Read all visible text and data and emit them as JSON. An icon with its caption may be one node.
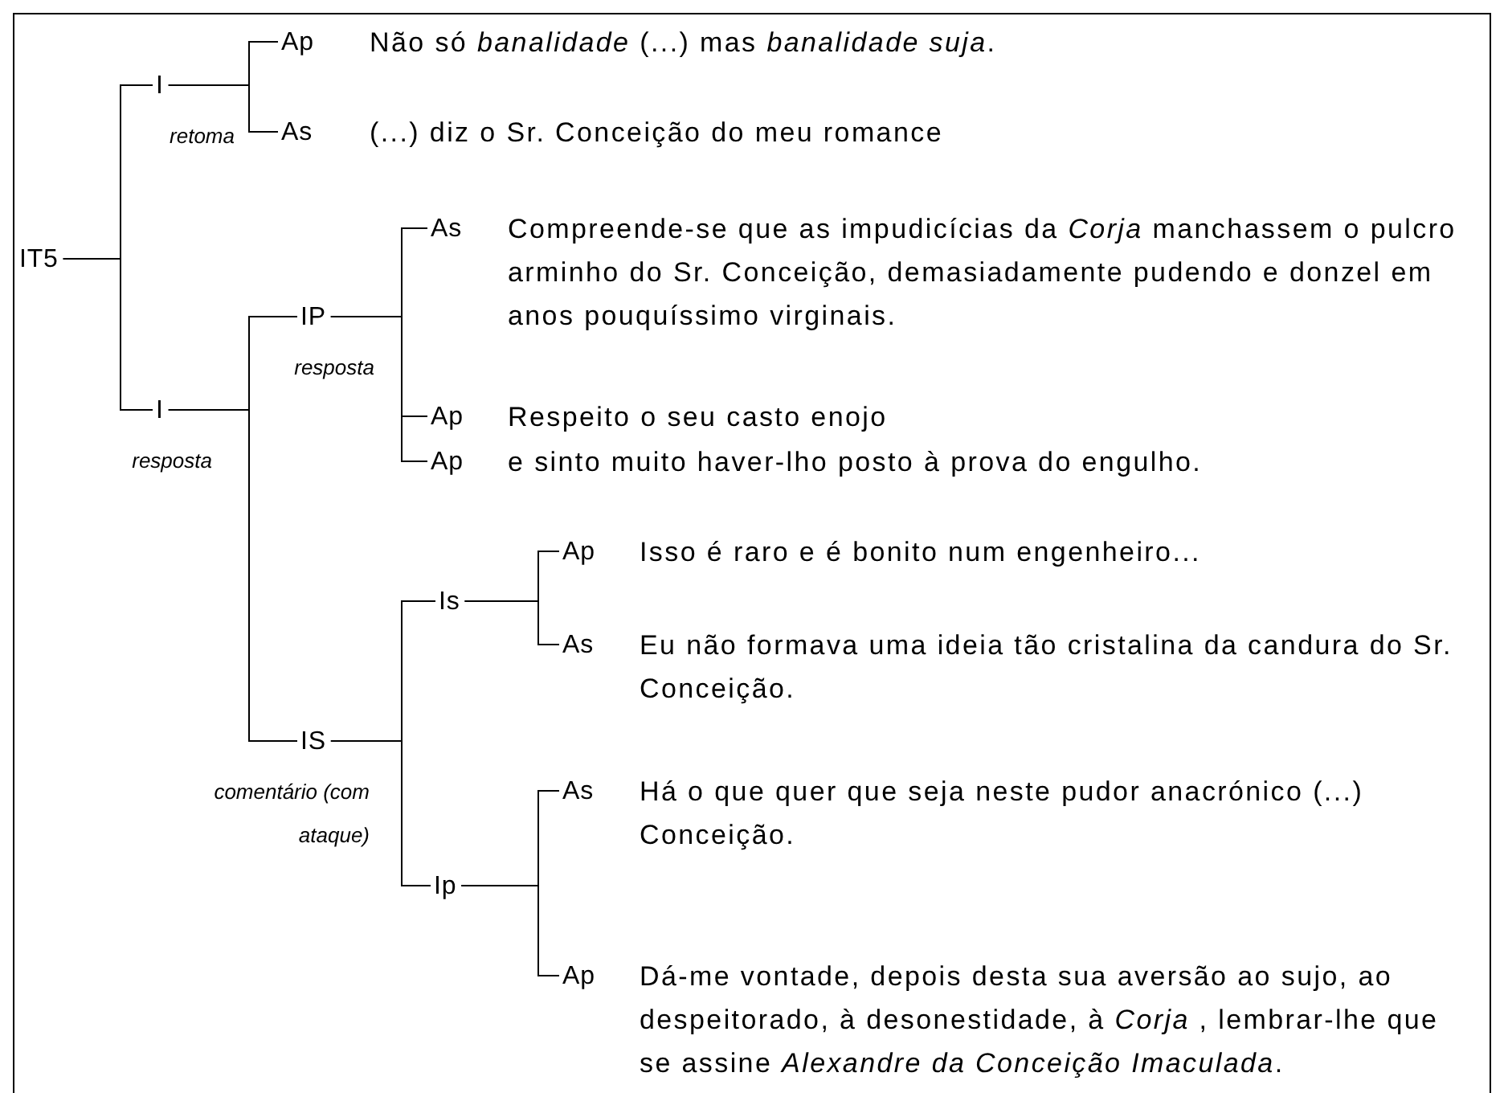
{
  "diagram": {
    "nodes": [
      {
        "text": [
          "IT5"
        ]
      },
      {
        "text": [
          "I"
        ],
        "beside": [
          "retoma"
        ]
      },
      {
        "text": [
          "Ap",
          "Não só *banalidade* (...) mas *banalidade suja*."
        ]
      },
      {
        "text": [
          "As",
          "(...) diz o Sr. Conceição do meu romance"
        ]
      },
      {
        "text": [
          "I"
        ],
        "beside": [
          "resposta"
        ]
      },
      {
        "text": [
          "IP"
        ],
        "beside": [
          "resposta"
        ]
      },
      {
        "text": [
          "As",
          "Compreende-se que as impudicícias da *Corja* manchassem o pulcro arminho do Sr. Conceição, demasiadamente pudendo e donzel em anos pouquíssimo virginais."
        ]
      },
      {
        "text": [
          "Ap",
          "Respeito o seu casto enojo"
        ]
      },
      {
        "text": [
          "Ap",
          "e sinto muito haver-lho posto à prova do engulho."
        ]
      },
      {
        "text": [
          "IS"
        ],
        "beside": [
          "comentário (com ataque)"
        ]
      },
      {
        "text": [
          "Is"
        ]
      },
      {
        "text": [
          "Ap",
          "Isso é raro e é bonito num engenheiro..."
        ]
      },
      {
        "text": [
          "As",
          "Eu não formava uma ideia tão cristalina da candura do Sr. Conceição."
        ]
      },
      {
        "text": [
          "Ip"
        ]
      },
      {
        "text": [
          "As",
          "Há o que quer que seja neste pudor anacrónico (...) Conceição."
        ]
      },
      {
        "text": [
          "Ap",
          "Dá-me vontade, depois desta sua aversão ao sujo, ao despeitorado, à desonestidade, à *Corja* , lembrar-lhe que se assine *Alexandre da Conceição Imaculada*."
        ]
      }
    ],
    "edges": [
      {
        "from": 0,
        "to": 1,
        "arrow": "none"
      },
      {
        "from": 0,
        "to": 4,
        "arrow": "none"
      },
      {
        "from": 1,
        "to": 2,
        "arrow": "none"
      },
      {
        "from": 1,
        "to": 3,
        "arrow": "none"
      },
      {
        "from": 4,
        "to": 5,
        "arrow": "none"
      },
      {
        "from": 4,
        "to": 9,
        "arrow": "none"
      },
      {
        "from": 5,
        "to": 6,
        "arrow": "none"
      },
      {
        "from": 5,
        "to": 7,
        "arrow": "none"
      },
      {
        "from": 5,
        "to": 8,
        "arrow": "none"
      },
      {
        "from": 9,
        "to": 10,
        "arrow": "none"
      },
      {
        "from": 9,
        "to": 13,
        "arrow": "none"
      },
      {
        "from": 10,
        "to": 11,
        "arrow": "none"
      },
      {
        "from": 10,
        "to": 12,
        "arrow": "none"
      },
      {
        "from": 13,
        "to": 14,
        "arrow": "none"
      },
      {
        "from": 13,
        "to": 15,
        "arrow": "none"
      }
    ]
  }
}
